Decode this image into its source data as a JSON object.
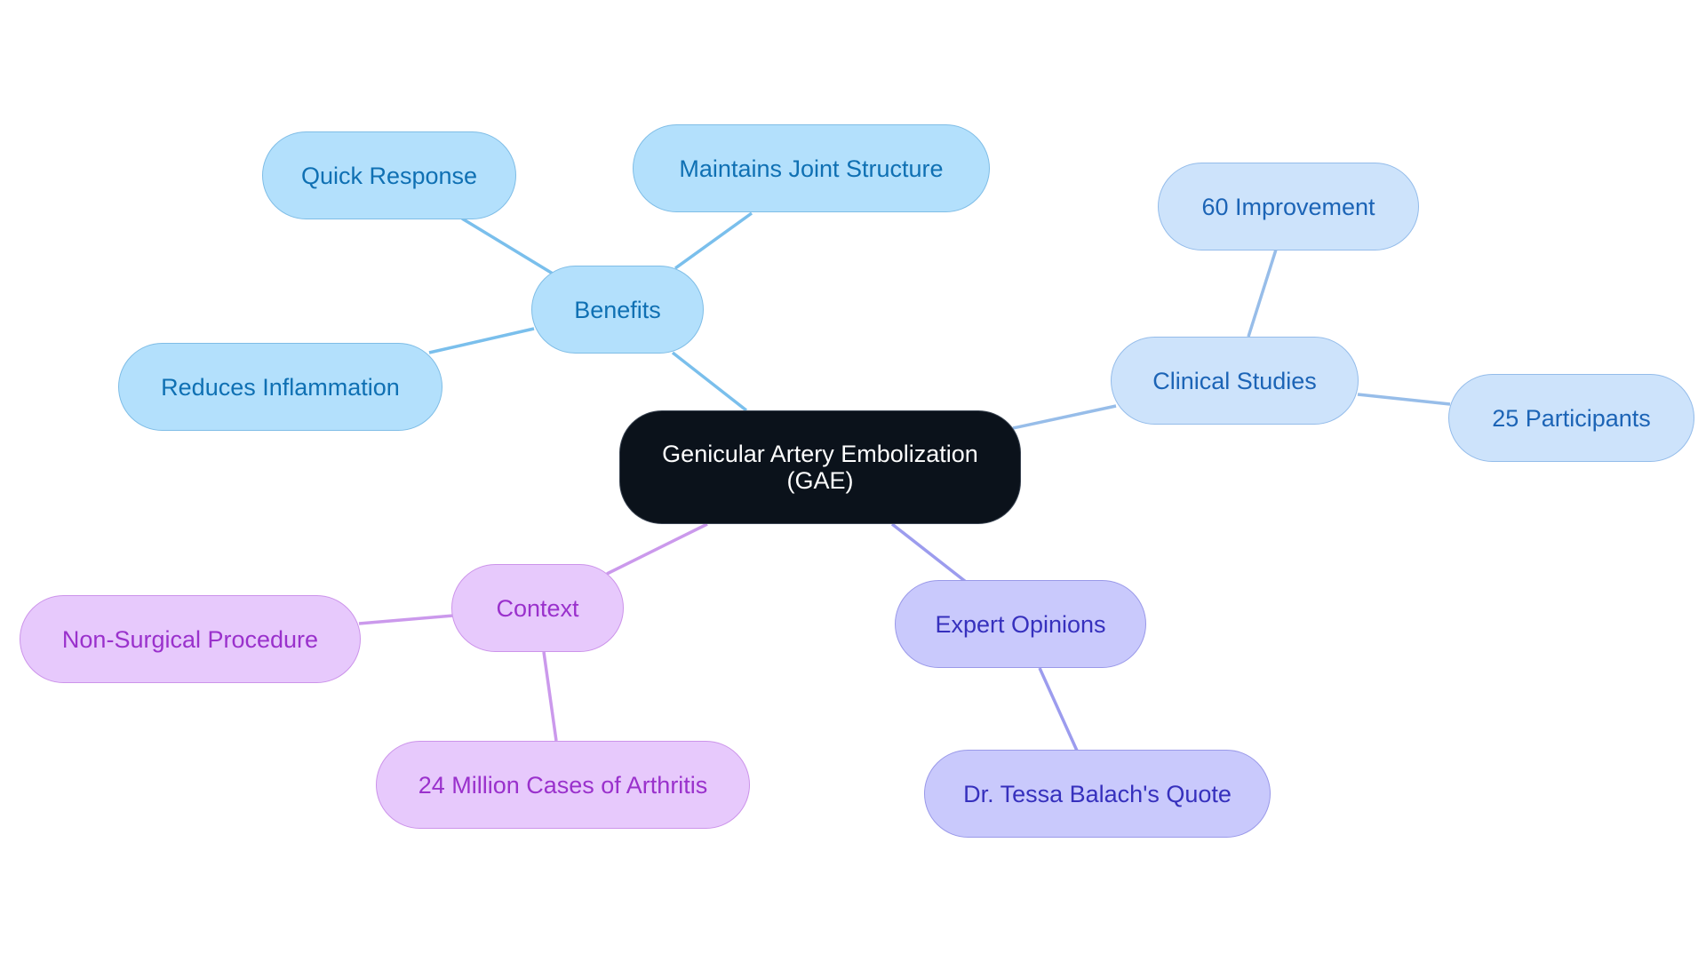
{
  "diagram": {
    "root": {
      "line1": "Genicular Artery Embolization",
      "line2": "(GAE)"
    },
    "branches": {
      "benefits": {
        "label": "Benefits",
        "children": [
          "Quick Response",
          "Maintains Joint Structure",
          "Reduces Inflammation"
        ]
      },
      "clinical_studies": {
        "label": "Clinical Studies",
        "children": [
          "60 Improvement",
          "25 Participants"
        ]
      },
      "expert_opinions": {
        "label": "Expert Opinions",
        "children": [
          "Dr. Tessa Balach's Quote"
        ]
      },
      "context": {
        "label": "Context",
        "children": [
          "Non-Surgical Procedure",
          "24 Million Cases of Arthritis"
        ]
      }
    },
    "colors": {
      "root_fill": "#0b121b",
      "benefits_fill": "#b3e0fc",
      "benefits_text": "#0f70b3",
      "clinical_fill": "#cde3fb",
      "clinical_text": "#1c64b6",
      "expert_fill": "#c9c9fc",
      "expert_text": "#3630bd",
      "context_fill": "#e7c9fc",
      "context_text": "#9a31cc"
    }
  }
}
